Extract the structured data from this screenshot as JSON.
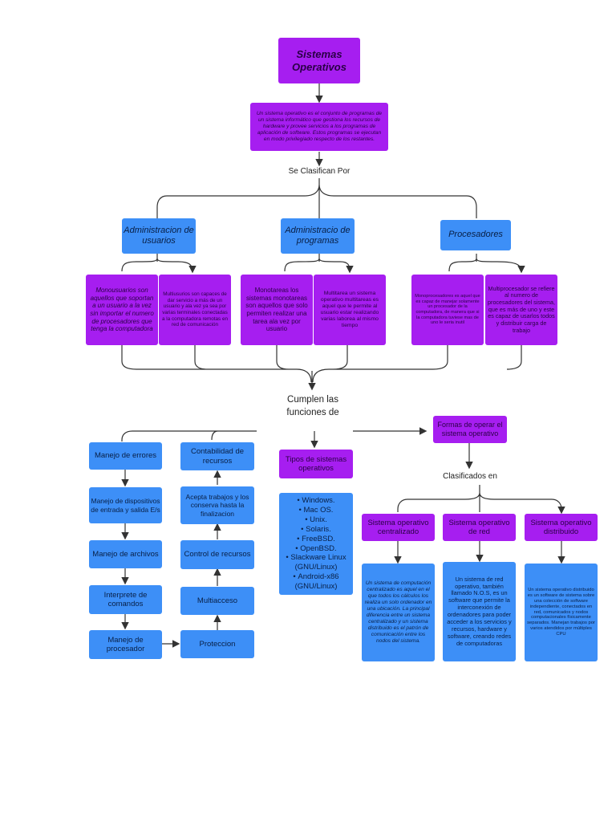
{
  "diagram": {
    "title": "Sistemas Operativos",
    "definition": "Un sistema operativo es el conjunto de programas de un sistema informático que gestiona los recursos de hardware y provee servicios a los programas de aplicación de software. Estos programas se ejecutan en modo privilegiado respecto de los restantes.",
    "classify_label": "Se Clasifican Por",
    "categories": [
      {
        "title": "Administracion de usuarios",
        "items": [
          "Monousuarios son aquellos que soportan a un usuario a la vez sin importar el numero de procesadores que tenga la computadora",
          "Multiusurios son capaces de dar servicio a más de un usuario y ala vez ya sea por varias terminales conectadas a la computadora remotas en red de comunicación"
        ]
      },
      {
        "title": "Administracio de programas",
        "items": [
          "Monotareas los sistemas monotareas son aquellos que solo permiten realizar una tarea ala vez por usuario",
          "Multitarea un sistema operativo multitareas es aquel que le permite al usuario estar realizando varias laborea al mismo tiempo"
        ]
      },
      {
        "title": "Procesadores",
        "items": [
          "Monoprocesadores es aquel que es capaz de manejar solamente un procesador de la computadora, de manera que si la computadora tuviese mas de uno le seria inutil",
          "Multiprocesador se refiere al numero de procesadores del sistema, que es más de uno y este es capaz de usarlos todos y distribuir carga de trabajo"
        ]
      }
    ],
    "functions_label": "Cumplen las funciones de",
    "functions_left": [
      "Manejo de errores",
      "Manejo de dispositivos de entrada y salida E/s",
      "Manejo de archivos",
      "Interprete de comandos",
      "Manejo de procesador"
    ],
    "functions_right": [
      "Contabilidad de recursos",
      "Acepta trabajos y los conserva hasta la finalizacion",
      "Control de recursos",
      "Multiacceso",
      "Proteccion"
    ],
    "types": {
      "title": "Tipos de sistemas operativos",
      "items": [
        "Windows.",
        "Mac OS.",
        "Unix.",
        "Solaris.",
        "FreeBSD.",
        "OpenBSD.",
        "Slackware Linux (GNU/Linux)",
        "Android-x86 (GNU/Linux)"
      ]
    },
    "forms": {
      "title": "Formas de operar el sistema operativo",
      "classified_label": "Clasificados en",
      "items": [
        {
          "title": "Sistema operativo centralizado",
          "desc": "Un sistema de computación centralizado es aquel en el que todos los cálculos los realiza un solo ordenador en una ubicación. La principal diferencia entre un sistema centralizado y un sistema distribuido es el patrón de comunicación entre los nodos del sistema."
        },
        {
          "title": "Sistema operativo de red",
          "desc": "Un sistema de red operativo, también llamado N.O.S, es un software que permite la interconexión de ordenadores para poder acceder a los servicios y recursos, hardware y software, creando redes de computadoras"
        },
        {
          "title": "Sistema operativo distribuido",
          "desc": "Un sistema operativo distribuido es un software de sistema sobre una colección de software independiente, conectados en red, comunicados y nodos computacionales físicamente separados. Manejan trabajos por varios atendidos por múltiples CPU"
        }
      ]
    }
  },
  "colors": {
    "purple": "#a61ef0",
    "blue": "#3d8ff7",
    "line": "#333333"
  }
}
